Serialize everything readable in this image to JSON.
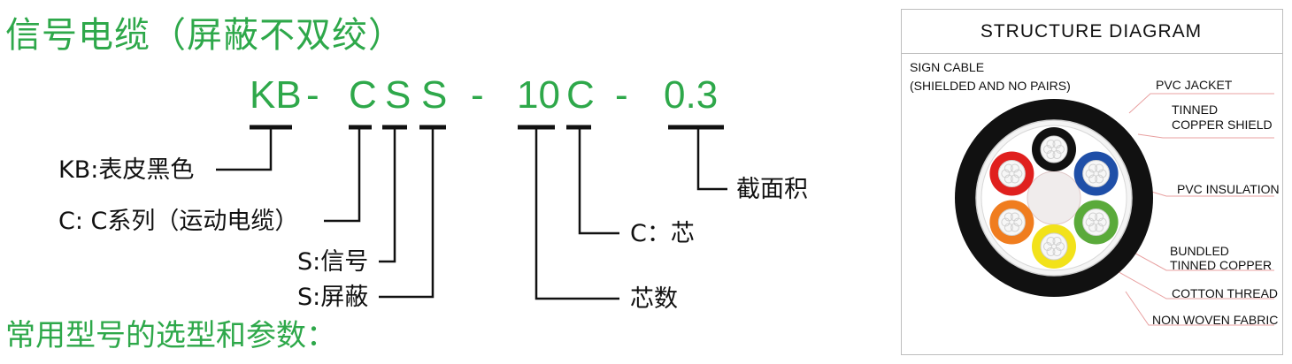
{
  "title": "信号电缆（屏蔽不双绞）",
  "model_parts": {
    "kb": "KB",
    "d1": "-",
    "c": "C",
    "s1": "S",
    "s2": "S",
    "d2": "-",
    "n": "10",
    "c2": "C",
    "d3": "-",
    "area": "0.3"
  },
  "labels": {
    "kb": "KB:表皮黑色",
    "c": "C: C系列（运动电缆）",
    "s_signal": "S:信号",
    "s_shield": "S:屏蔽",
    "cores": "芯数",
    "core_c": "C：芯",
    "area": "截面积"
  },
  "subtitle": "常用型号的选型和参数：",
  "structure": {
    "title": "STRUCTURE  DIAGRAM",
    "cable_name_line1": "SIGN CABLE",
    "cable_name_line2": "(SHIELDED AND NO PAIRS)",
    "parts": {
      "pvc_jacket": "PVC JACKET",
      "tinned_shield_1": "TINNED",
      "tinned_shield_2": "COPPER SHIELD",
      "pvc_insulation": "PVC INSULATION",
      "bundled_1": "BUNDLED",
      "bundled_2": "TINNED COPPER",
      "cotton": "COTTON THREAD",
      "non_woven": "NON WOVEN FABRIC"
    },
    "core_colors": [
      "#f07d1f",
      "#e0201e",
      "#111111",
      "#1f4fa8",
      "#5aaa3a",
      "#f2e21a"
    ]
  },
  "colors": {
    "accent": "#2ea84a",
    "jacket": "#111111"
  }
}
